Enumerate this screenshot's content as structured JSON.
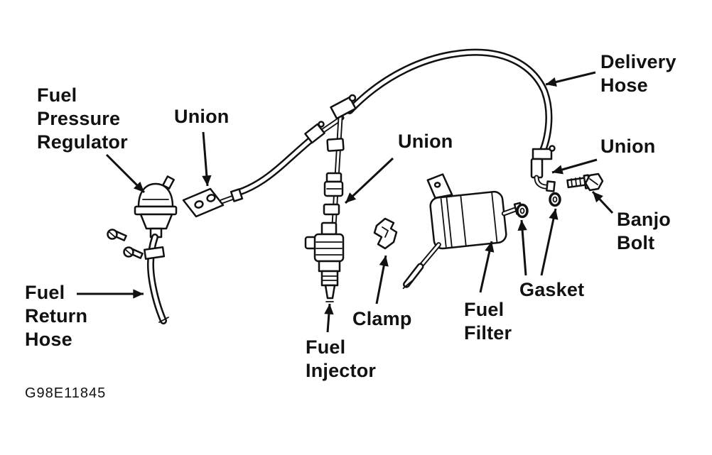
{
  "figure": {
    "code": "G98E11845",
    "ink_color": "#111111",
    "background_color": "#ffffff",
    "description": "Fuel system component exploded diagram"
  },
  "labels": {
    "fuel_pressure_regulator": "Fuel\nPressure\nRegulator",
    "union_left": "Union",
    "union_middle": "Union",
    "union_right": "Union",
    "delivery_hose": "Delivery\nHose",
    "banjo_bolt": "Banjo\nBolt",
    "gasket": "Gasket",
    "fuel_filter": "Fuel\nFilter",
    "clamp": "Clamp",
    "fuel_injector": "Fuel\nInjector",
    "fuel_return_hose": "Fuel\nReturn\nHose"
  }
}
